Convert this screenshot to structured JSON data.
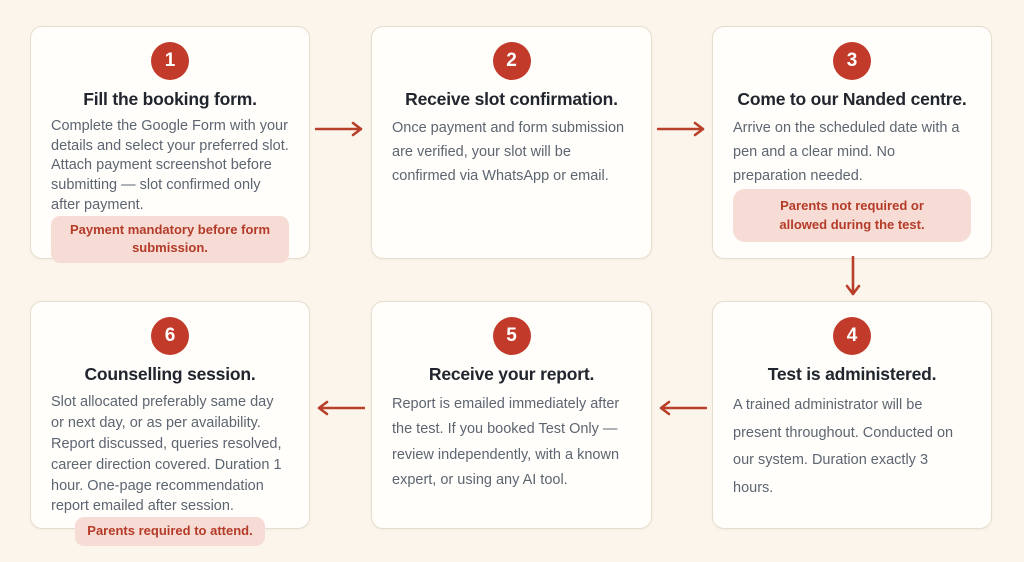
{
  "colors": {
    "background": "#fbf5ec",
    "card_background": "#fffefb",
    "accent_circle": "#c23b2a",
    "arrow": "#b8402a",
    "badge_background": "#f7dcd6",
    "badge_text": "#b43b28",
    "title_text": "#21252d",
    "body_text": "#5d6571"
  },
  "steps": [
    {
      "number": "1",
      "title": "Fill the booking form.",
      "body": "Complete the Google Form with your details and select your preferred slot. Attach payment screenshot before submitting — slot confirmed only after payment.",
      "badge": "Payment mandatory before form submission."
    },
    {
      "number": "2",
      "title": "Receive slot confirmation.",
      "body": "Once payment and form submission are verified, your slot will be confirmed via WhatsApp or email."
    },
    {
      "number": "3",
      "title": "Come to our Nanded centre.",
      "body": "Arrive on the scheduled date with a pen and a clear mind. No preparation needed.",
      "badge": "Parents not required or allowed during the test."
    },
    {
      "number": "4",
      "title": "Test is administered.",
      "body": "A trained administrator will be present throughout. Conducted on our system. Duration exactly 3 hours."
    },
    {
      "number": "5",
      "title": "Receive your report.",
      "body": "Report is emailed immediately after the test. If you booked Test Only — review independently, with a known expert, or using any AI tool."
    },
    {
      "number": "6",
      "title": "Counselling session.",
      "body": "Slot allocated preferably same day or next day, or as per availability. Report discussed, queries resolved, career direction covered. Duration 1 hour. One-page recommendation report emailed after session.",
      "badge": "Parents required to attend."
    }
  ]
}
